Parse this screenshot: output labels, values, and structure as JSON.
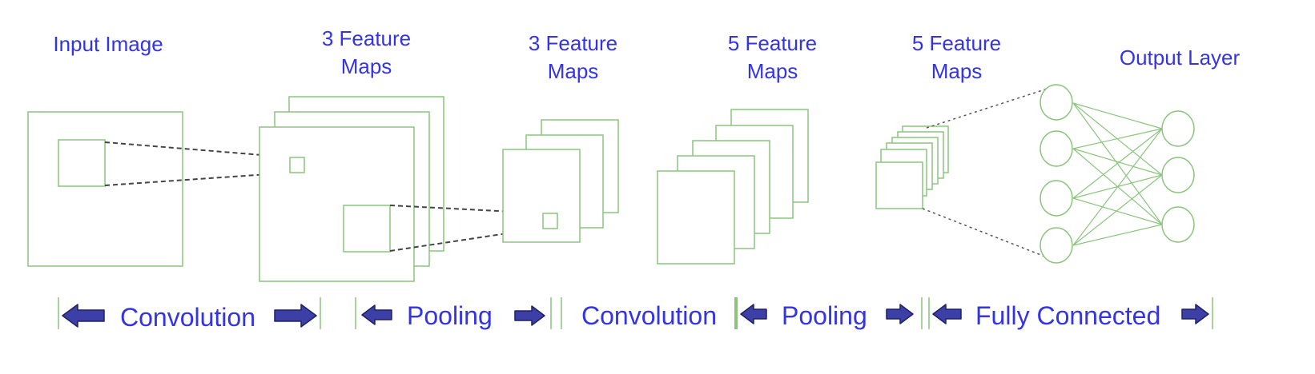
{
  "labels": {
    "input_image": "Input  Image",
    "conv1_maps": "3 Feature\nMaps",
    "pool1_maps": "3 Feature\nMaps",
    "conv2_maps": "5 Feature\nMaps",
    "pool2_maps": "5 Feature\nMaps",
    "output_layer": "Output Layer"
  },
  "stages": {
    "convolution_1": "Convolution",
    "pooling_1": "Pooling",
    "convolution_2": "Convolution",
    "pooling_2": "Pooling",
    "fully_connected": "Fully Connected"
  },
  "colors": {
    "text": "#3434e6",
    "shapes": "#8cc47e",
    "arrows": "#3b3fa6",
    "dashes": "#444444"
  }
}
